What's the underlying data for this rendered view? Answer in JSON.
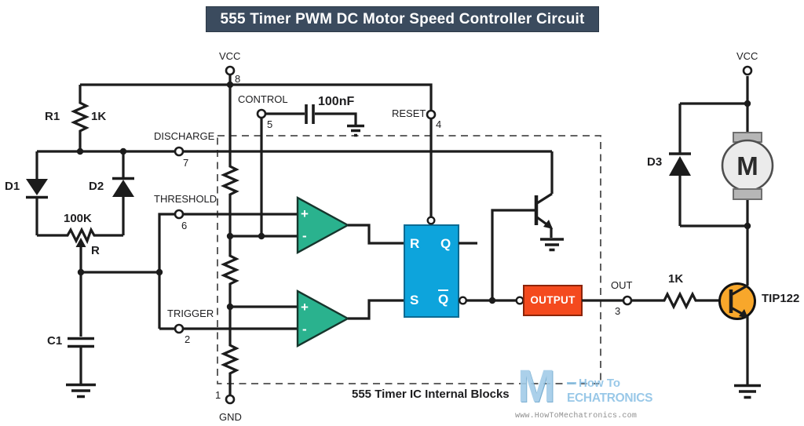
{
  "title": "555 Timer PWM DC Motor Speed Controller Circuit",
  "caption": "555 Timer IC Internal Blocks",
  "pins": {
    "vcc": {
      "name": "VCC",
      "num": "8"
    },
    "discharge": {
      "name": "DISCHARGE",
      "num": "7"
    },
    "threshold": {
      "name": "THRESHOLD",
      "num": "6"
    },
    "trigger": {
      "name": "TRIGGER",
      "num": "2"
    },
    "control": {
      "name": "CONTROL",
      "num": "5"
    },
    "reset": {
      "name": "RESET",
      "num": "4"
    },
    "gnd": {
      "name": "GND",
      "num": "1"
    },
    "out": {
      "name": "OUT",
      "num": "3"
    },
    "vcc2": {
      "name": "VCC"
    }
  },
  "components": {
    "r1": {
      "ref": "R1",
      "value": "1K"
    },
    "pot": {
      "value": "100K",
      "ref": "R"
    },
    "d1": {
      "ref": "D1"
    },
    "d2": {
      "ref": "D2"
    },
    "d3": {
      "ref": "D3"
    },
    "c1": {
      "ref": "C1"
    },
    "bypass_cap": {
      "value": "100nF"
    },
    "base_resistor": {
      "value": "1K"
    },
    "transistor": {
      "ref": "TIP122"
    },
    "motor": {
      "label": "M"
    }
  },
  "flipflop": {
    "r": "R",
    "q": "Q",
    "s": "S",
    "qbar": "Q"
  },
  "comparators": {
    "plus": "+",
    "minus": "-"
  },
  "output_block": {
    "label": "OUTPUT"
  },
  "watermark": {
    "m": "M",
    "line1": "How To",
    "line2": "ECHATRONICS",
    "url": "www.HowToMechatronics.com"
  },
  "colors": {
    "comparator": "#2ab28e",
    "flipflop": "#0da4dc",
    "output": "#f44a1e",
    "transistor": "#f8a72b",
    "title_bg": "#3b4b5e",
    "wire": "#1c1c1c",
    "watermark": "#8fc3e6"
  }
}
